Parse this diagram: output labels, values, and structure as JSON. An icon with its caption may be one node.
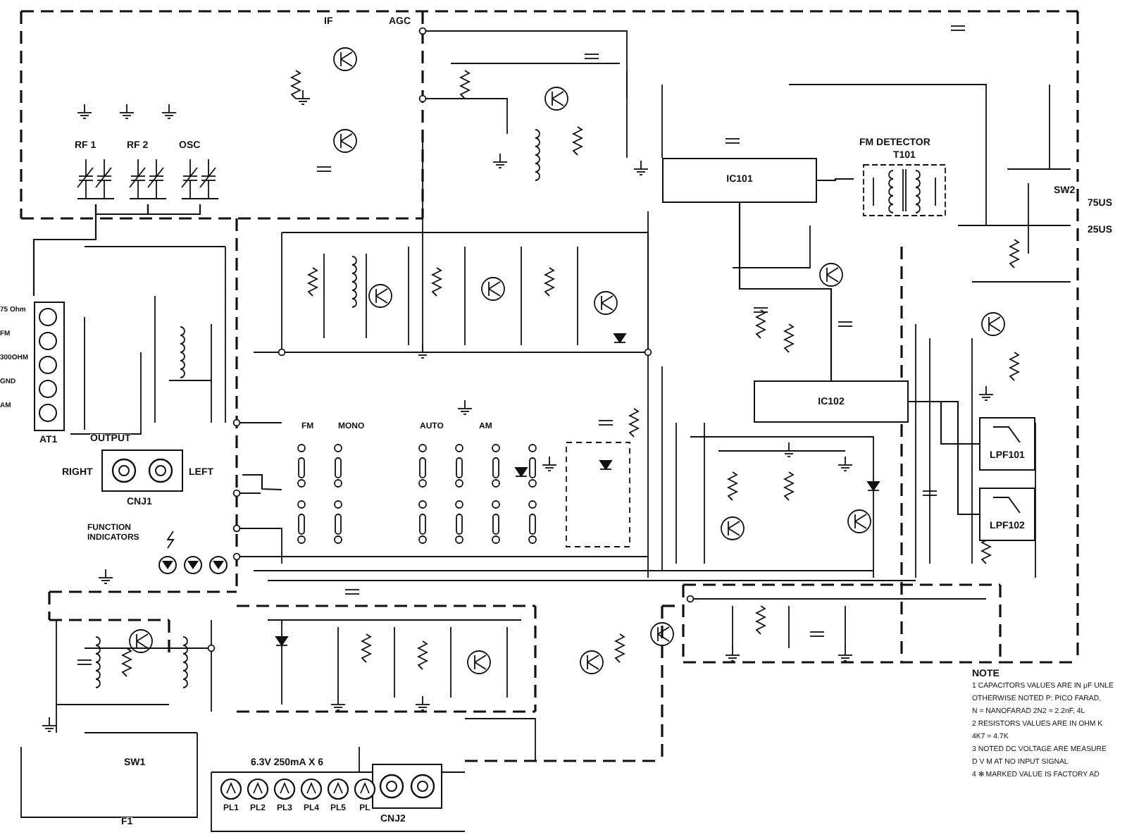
{
  "diagram": {
    "nodes": [
      {
        "text": [
          "RF 1"
        ]
      },
      {
        "text": [
          "RF 2"
        ]
      },
      {
        "text": [
          "OSC"
        ]
      },
      {
        "text": [
          "IC101"
        ]
      },
      {
        "text": [
          "FM DETECTOR",
          "T101"
        ]
      },
      {
        "text": [
          "IC102"
        ]
      },
      {
        "text": [
          "LPF101"
        ]
      },
      {
        "text": [
          "LPF102"
        ]
      },
      {
        "text": [
          "75 Ohm",
          "FM",
          "300OHM",
          "GND",
          "AM",
          "AT1"
        ]
      },
      {
        "text": [
          "OUTPUT",
          "RIGHT",
          "LEFT",
          "CNJ1"
        ]
      },
      {
        "text": [
          "CNJ2"
        ]
      },
      {
        "text": [
          "PL1"
        ]
      },
      {
        "text": [
          "PL2"
        ]
      },
      {
        "text": [
          "PL3"
        ]
      },
      {
        "text": [
          "PL4"
        ]
      },
      {
        "text": [
          "PL5"
        ]
      },
      {
        "text": [
          "PL"
        ]
      },
      {
        "text": [
          "FUNCTION INDICATORS"
        ]
      },
      {
        "text": [
          "FM",
          "MONO",
          "AUTO",
          "AM"
        ]
      }
    ],
    "edges": [
      {
        "from": 8,
        "to": 0,
        "arrow": "none"
      },
      {
        "from": 0,
        "to": 1,
        "arrow": "none"
      },
      {
        "from": 1,
        "to": 2,
        "arrow": "none"
      },
      {
        "from": 3,
        "to": 4,
        "arrow": "none"
      },
      {
        "from": 3,
        "to": 5,
        "arrow": "none"
      },
      {
        "from": 5,
        "to": 6,
        "arrow": "none"
      },
      {
        "from": 5,
        "to": 7,
        "arrow": "none"
      },
      {
        "from": 9,
        "to": 18,
        "arrow": "none"
      }
    ],
    "labels": [
      "IF",
      "AGC",
      "SW2",
      "75US",
      "25US",
      "6.3V 250mA X 6",
      "SW1",
      "F1",
      "NOTE",
      "1 CAPACITORS VALUES ARE IN μF UNLE",
      "OTHERWISE NOTED P: PICO FARAD,",
      "N = NANOFARAD 2N2 = 2.2nF, 4L",
      "2 RESISTORS VALUES ARE IN OHM K",
      "4K7 = 4.7K",
      "3 NOTED DC VOLTAGE ARE MEASURE",
      "D V M AT NO INPUT SIGNAL",
      "4 ✻ MARKED VALUE IS FACTORY AD"
    ]
  }
}
